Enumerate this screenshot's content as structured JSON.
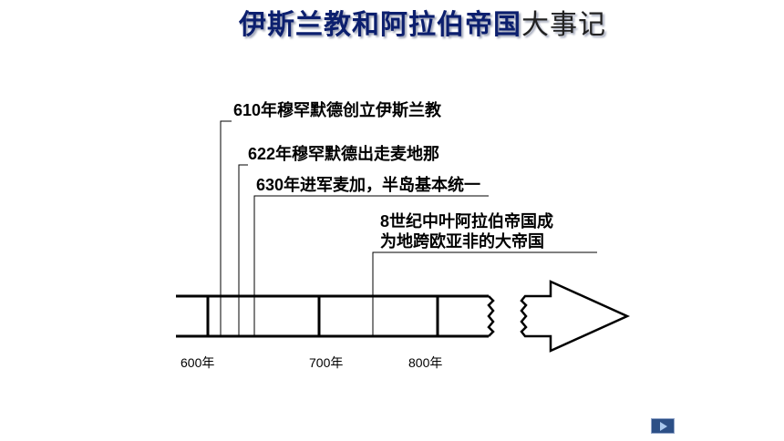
{
  "title": {
    "main": "伊斯兰教和阿拉伯帝国",
    "tail": "大事记"
  },
  "events": [
    {
      "year": "610",
      "text": "年穆罕默德创立伊斯兰教"
    },
    {
      "year": "622",
      "text": "年穆罕默德出走麦地那"
    },
    {
      "year": "630",
      "text": "年进军麦加，半岛基本统一"
    },
    {
      "year": "8",
      "line1": "世纪中叶阿拉伯帝国成",
      "line2": "为地跨欧亚非的大帝国"
    }
  ],
  "ticks": {
    "t600": "600年",
    "t700": "700年",
    "t800": "800年"
  },
  "icons": {
    "nav": "play-next-icon"
  }
}
